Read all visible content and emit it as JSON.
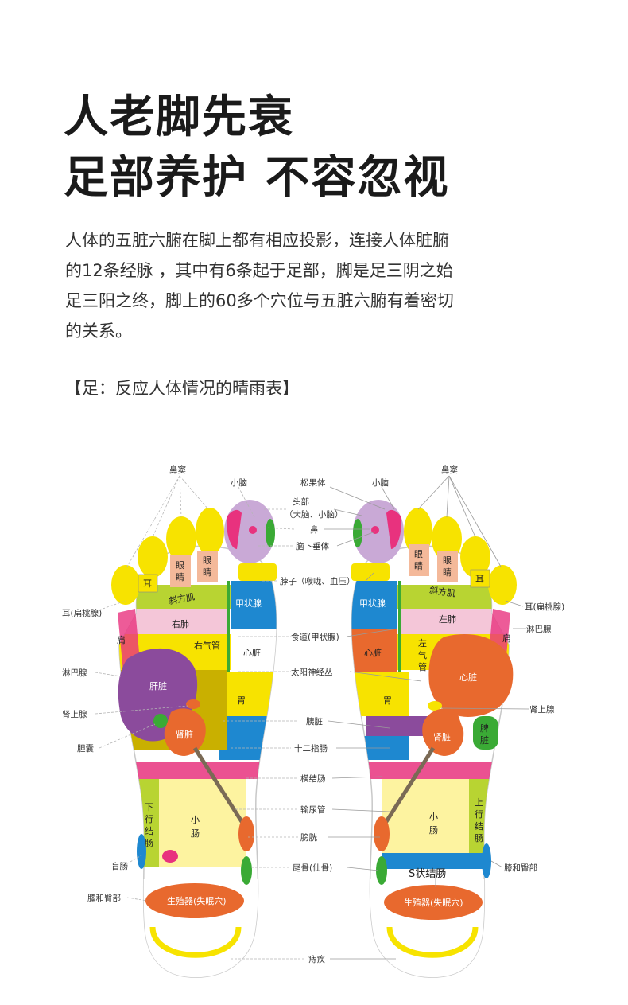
{
  "heading": {
    "line1": "人老脚先衰",
    "line2": "足部养护 不容忽视"
  },
  "intro": [
    "人体的五脏六腑在脚上都有相应投影，连接人体脏腑",
    "的12条经脉 ，其中有6条起于足部，脚是足三阴之始",
    "足三阳之终，脚上的60多个穴位与五脏六腑有着密切",
    "的关系。"
  ],
  "caption": "【足：反应人体情况的晴雨表】",
  "diagram": {
    "labels": {
      "bidou_l": "鼻窦",
      "xiaonao_l": "小脑",
      "songguoti": "松果体",
      "xiaonao_r": "小脑",
      "bidou_r": "鼻窦",
      "toubu": "头部",
      "danao": "（大脑、小脑）",
      "bi": "鼻",
      "naoxiachuiti": "脑下垂体",
      "bozi": "脖子（喉咙、血压）",
      "er_l": "耳(扁桃腺)",
      "er_r": "耳(扁桃腺)",
      "linba_r": "淋巴腺",
      "shidao": "食道(甲状腺)",
      "linba_l": "淋巴腺",
      "taiyang": "太阳神经丛",
      "shenshang_l": "肾上腺",
      "shenshang_r": "肾上腺",
      "yizang": "胰脏",
      "shierzhi": "十二指肠",
      "dannang": "胆囊",
      "hengjie": "横结肠",
      "niaoguan": "输尿管",
      "pangguang": "膀胱",
      "mangchang": "盲肠",
      "weigu": "尾骨(仙骨)",
      "xitun_l": "膝和臀部",
      "xitun_r": "膝和臀部",
      "zhichuang": "痔疾"
    },
    "zones": {
      "eye": "眼",
      "jing": "睛",
      "er": "耳",
      "xiefangji": "斜方肌",
      "youfei": "右肺",
      "zuofei": "左肺",
      "jian": "肩",
      "youqiguan": "右气管",
      "zuo": "左",
      "qi": "气",
      "guan": "管",
      "jiazhuangxian": "甲状腺",
      "xinzang": "心脏",
      "ganzang": "肝脏",
      "wei": "胃",
      "shenzang": "肾脏",
      "pi": "脾",
      "zang": "脏",
      "xia": "下",
      "xing": "行",
      "jie": "结",
      "chang": "肠",
      "xiao": "小",
      "shang": "上",
      "sjiechang": "S状结肠",
      "shengzhiqi": "生殖器(失眠穴)"
    },
    "colors": {
      "toe": "#f7e300",
      "pink": "#f4c6d8",
      "magenta": "#e8327e",
      "green": "#3aaa35",
      "purple": "#8b4b9c",
      "orange": "#e8692e",
      "blue": "#1e88d0",
      "lime": "#b8d432",
      "yellow": "#f7e300",
      "pale_yellow": "#fdf3a0",
      "light_purple": "#c9a9d6",
      "olive": "#c9b000",
      "outline": "#c8c8c8"
    }
  }
}
